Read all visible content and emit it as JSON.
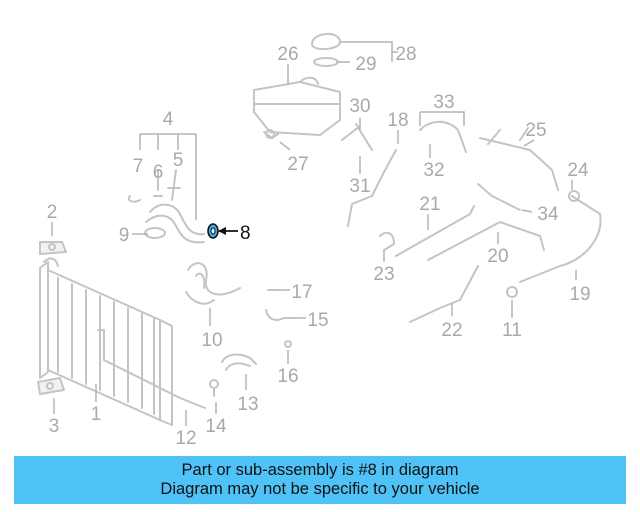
{
  "callouts": [
    "1",
    "2",
    "3",
    "4",
    "5",
    "6",
    "7",
    "8",
    "9",
    "10",
    "11",
    "12",
    "13",
    "14",
    "15",
    "16",
    "17",
    "18",
    "19",
    "20",
    "21",
    "22",
    "23",
    "24",
    "25",
    "26",
    "27",
    "28",
    "29",
    "30",
    "31",
    "32",
    "33",
    "34"
  ],
  "highlighted_part": "8",
  "banner": {
    "line1": "Part or sub-assembly is #8 in diagram",
    "line2": "Diagram may not be specific to your vehicle"
  }
}
